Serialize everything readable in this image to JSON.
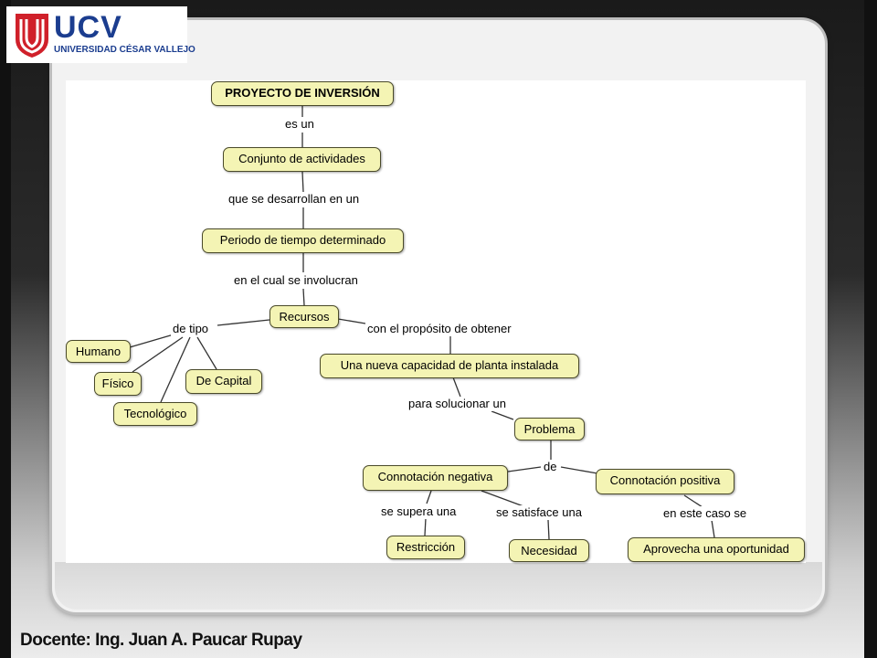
{
  "logo": {
    "acronym": "UCV",
    "university_name": "UNIVERSIDAD CÉSAR VALLEJO",
    "brand_color": "#1b3d8f",
    "shield_color": "#d0202a"
  },
  "concept_map": {
    "nodes": {
      "proyecto": "PROYECTO DE INVERSIÓN",
      "conjunto": "Conjunto de actividades",
      "periodo": "Periodo de tiempo determinado",
      "recursos": "Recursos",
      "humano": "Humano",
      "fisico": "Físico",
      "tecnologico": "Tecnológico",
      "capital": "De Capital",
      "capacidad": "Una nueva capacidad de planta instalada",
      "problema": "Problema",
      "negativa": "Connotación negativa",
      "positiva": "Connotación positiva",
      "restriccion": "Restricción",
      "necesidad": "Necesidad",
      "oportunidad": "Aprovecha una oportunidad"
    },
    "links": {
      "es_un": "es un",
      "desarrollan": "que se desarrollan en un",
      "involucran": "en el cual se involucran",
      "de_tipo": "de tipo",
      "proposito": "con el propósito de obtener",
      "solucionar": "para solucionar un",
      "de": "de",
      "supera": "se supera una",
      "satisface": "se satisface una",
      "este_caso": "en este caso se"
    },
    "node_color": "#f4f4b4"
  },
  "footer": {
    "docente": "Docente: Ing. Juan A. Paucar Rupay"
  }
}
